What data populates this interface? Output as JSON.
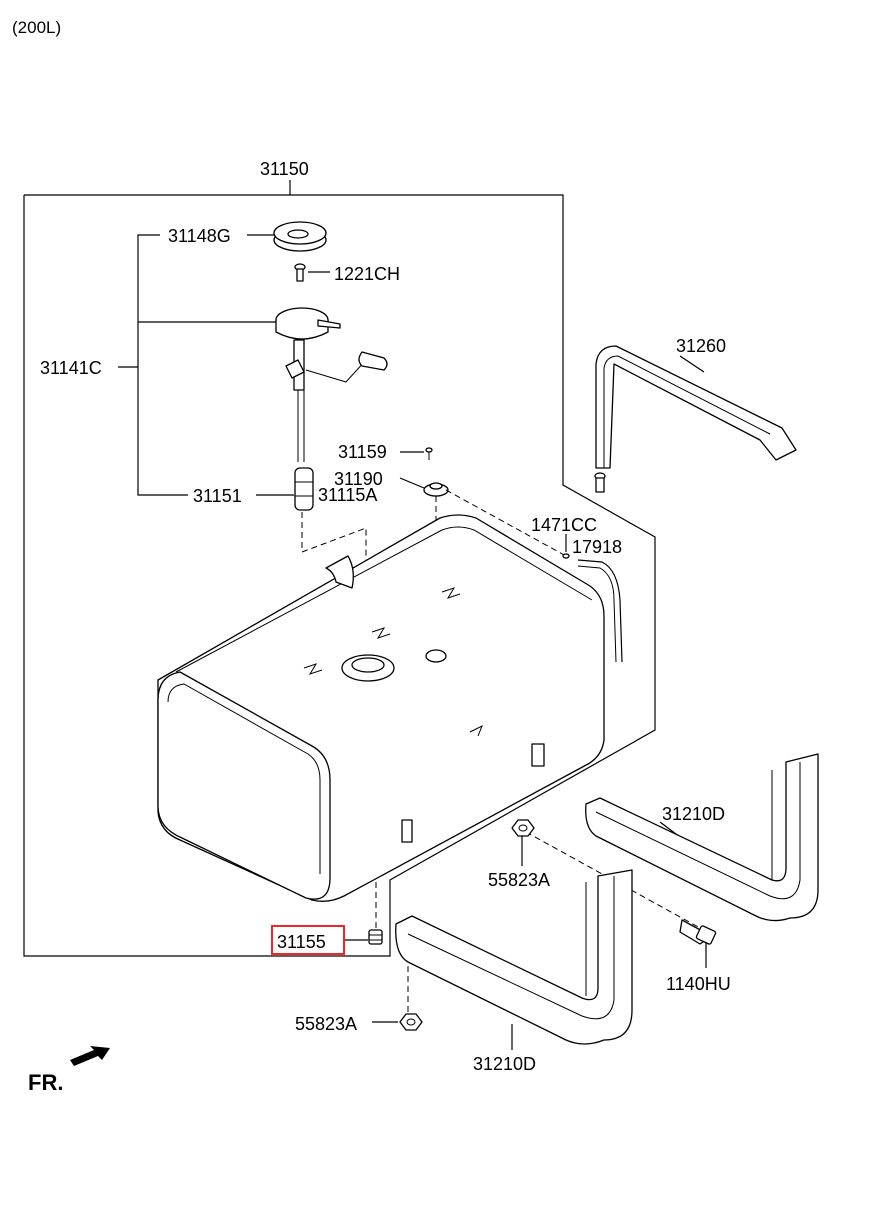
{
  "header": {
    "variant": "(200L)"
  },
  "callouts": {
    "c31150": "31150",
    "c31148G": "31148G",
    "c1221CH": "1221CH",
    "c31141C": "31141C",
    "c31260": "31260",
    "c31159": "31159",
    "c31190": "31190",
    "c31151": "31151",
    "c31115A": "31115A",
    "c1471CC": "1471CC",
    "c17918": "17918",
    "c31210D_upper": "31210D",
    "c55823A_upper": "55823A",
    "c31155": "31155",
    "c1140HU": "1140HU",
    "c55823A_lower": "55823A",
    "c31210D_lower": "31210D"
  },
  "highlighted_part": "31155",
  "orientation": {
    "label": "FR."
  },
  "colors": {
    "highlight": "#e8282b",
    "line": "#000000"
  }
}
